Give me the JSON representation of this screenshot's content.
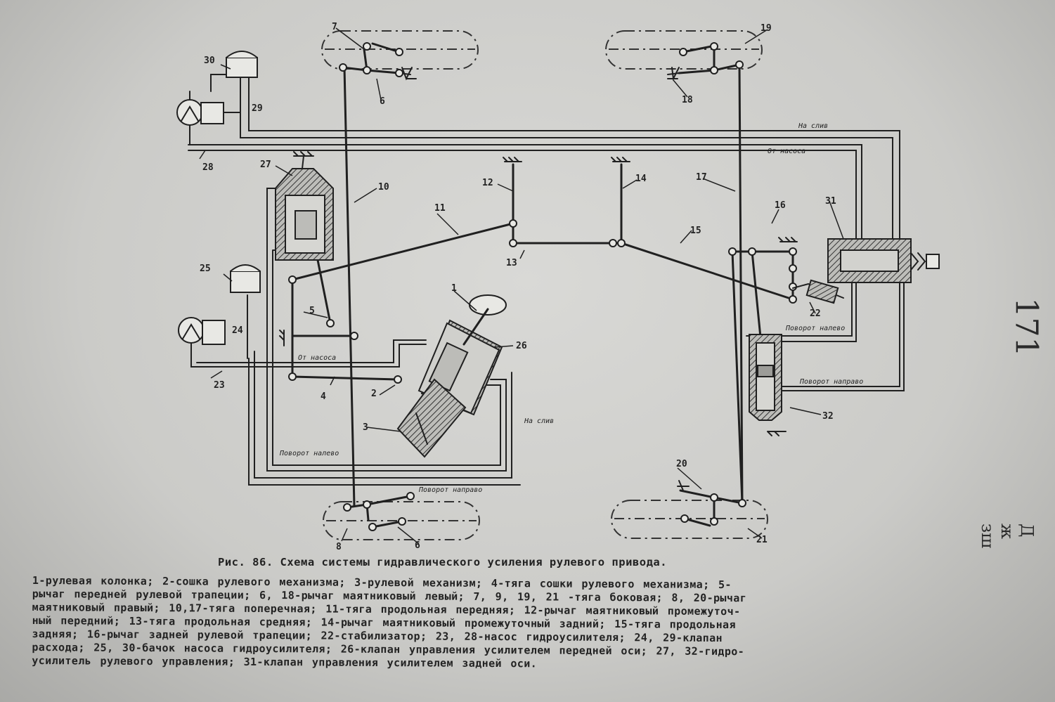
{
  "figure": {
    "caption": "Рис. 86. Схема системы гидравлического усиления рулевого привода.",
    "legend_lines": [
      "1-рулевая колонка; 2-сошка рулевого механизма; 3-рулевой механизм; 4-тяга сошки рулевого механизма; 5-",
      "рычаг передней рулевой трапеции; 6, 18-рычаг маятниковый левый; 7, 9, 19, 21 -тяга боковая; 8, 20-рычаг",
      "маятниковый правый; 10,17-тяга поперечная; 11-тяга продольная передняя; 12-рычаг маятниковый промежуточ-",
      "ный передний; 13-тяга продольная средняя; 14-рычаг маятниковый промежуточный задний; 15-тяга продольная",
      "задняя; 16-рычаг задней рулевой трапеции; 22-стабилизатор; 23, 28-насос гидроусилителя; 24, 29-клапан",
      "расхода; 25, 30-бачок насоса гидроусилителя; 26-клапан управления усилителем передней оси; 27, 32-гидро-",
      "усилитель рулевого управления; 31-клапан управления усилителем задней оси."
    ],
    "page_number": "171",
    "margin_note": "Д ж зш"
  },
  "labels": {
    "n1": "1",
    "n2": "2",
    "n3": "3",
    "n4": "4",
    "n5": "5",
    "n6a": "6",
    "n6b": "6",
    "n7": "7",
    "n8": "8",
    "n10": "10",
    "n11": "11",
    "n12": "12",
    "n13": "13",
    "n14": "14",
    "n15": "15",
    "n16": "16",
    "n17": "17",
    "n18": "18",
    "n19": "19",
    "n20": "20",
    "n21": "21",
    "n22": "22",
    "n23": "23",
    "n24": "24",
    "n25": "25",
    "n26": "26",
    "n27": "27",
    "n28": "28",
    "n29": "29",
    "n30": "30",
    "n31": "31",
    "n32": "32"
  },
  "line_labels": {
    "na_sliv_top": "На слив",
    "ot_nasosa_top": "От насоса",
    "ot_nasosa_left": "От насоса",
    "na_sliv_mid": "На слив",
    "povorot_nalevo": "Поворот налево",
    "povorot_napravo": "Поворот направо",
    "povorot_nalevo_r": "Поворот налево",
    "povorot_napravo_r": "Поворот направо"
  }
}
